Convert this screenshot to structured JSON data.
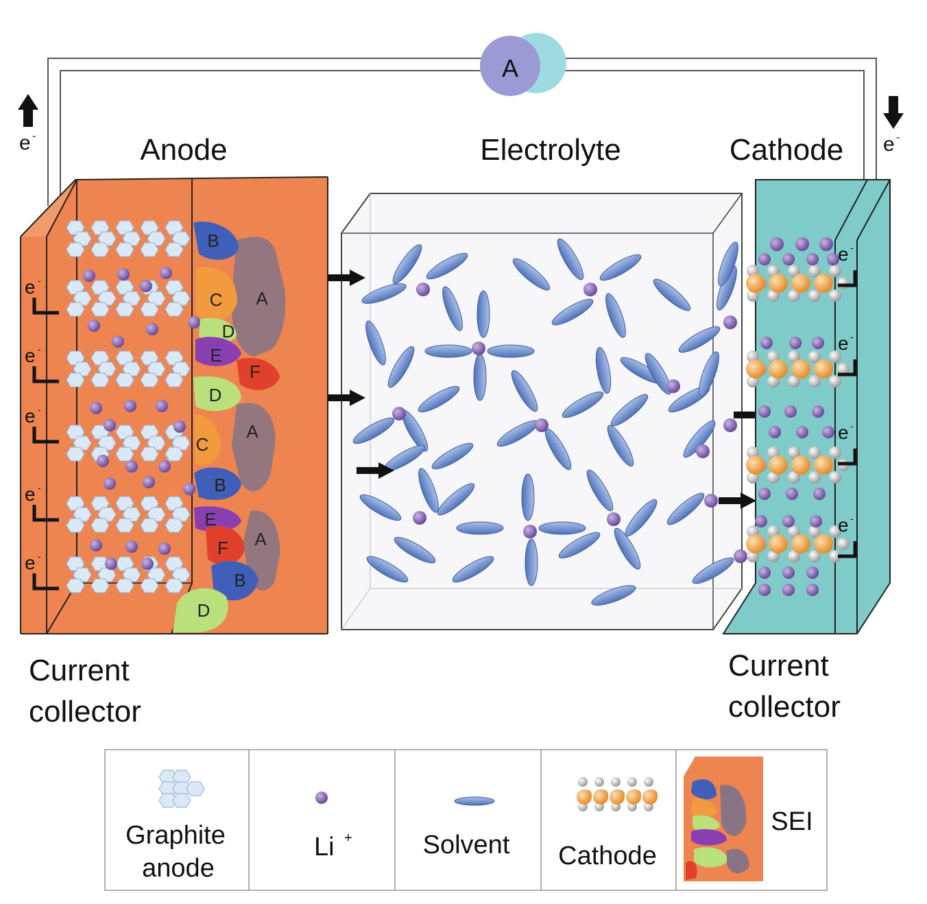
{
  "ammeter": {
    "label": "A"
  },
  "labels": {
    "anode": "Anode",
    "electrolyte": "Electrolyte",
    "cathode": "Cathode",
    "current_collector_left": [
      "Current",
      "collector"
    ],
    "current_collector_right": [
      "Current",
      "collector"
    ],
    "electron": "e",
    "electron_sup": "-"
  },
  "sei_components": [
    "A",
    "B",
    "C",
    "D",
    "E",
    "F"
  ],
  "legend": {
    "graphite": [
      "Graphite",
      "anode"
    ],
    "li": "Li",
    "li_sup": "+",
    "solvent": "Solvent",
    "cathode": "Cathode",
    "sei": "SEI"
  },
  "colors": {
    "anode_orange": "#ee8450",
    "cathode_teal": "#7ecbc9",
    "graphite": "#dbe8f5",
    "li_ion": "#8f6cb8",
    "solvent": "#6b8fcf",
    "cathode_particle": "#f3a94b",
    "sei_A": "#8a7484",
    "sei_B": "#3f5fb8",
    "sei_C": "#f19a3e",
    "sei_D": "#b9e07a",
    "sei_E": "#8a3fb0",
    "sei_F": "#e0402c",
    "ammeter_left": "#9c9ad4",
    "ammeter_right": "#9edbe0"
  }
}
